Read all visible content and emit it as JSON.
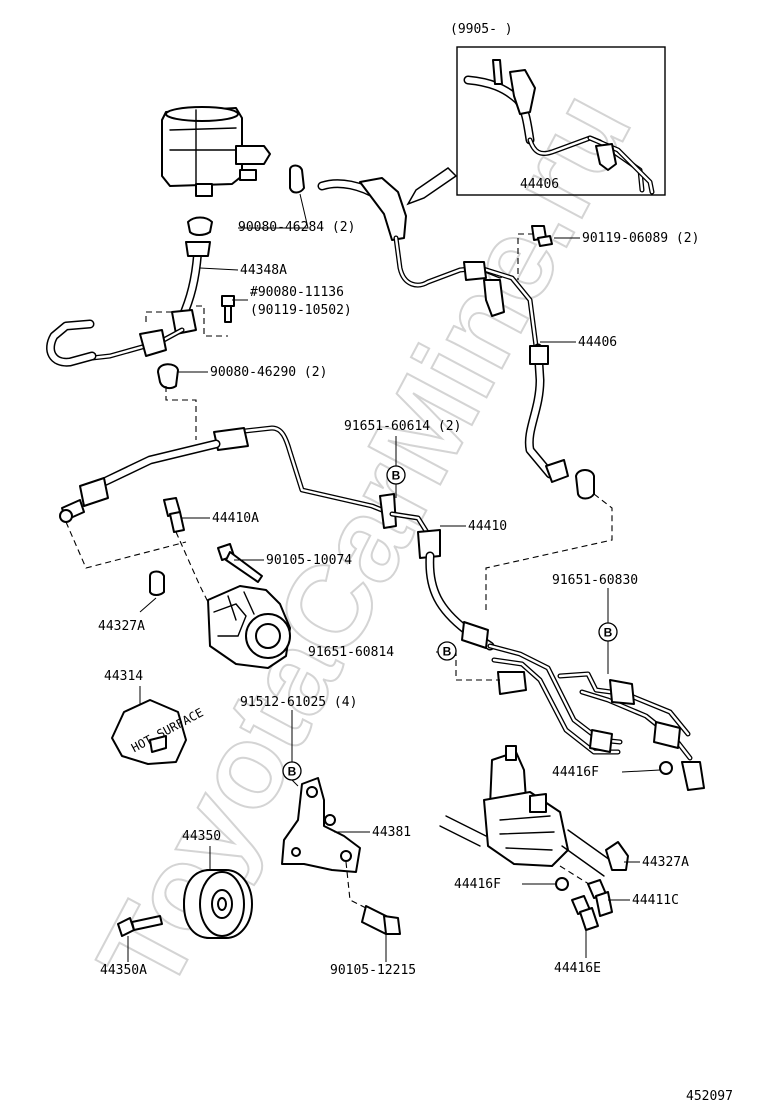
{
  "watermark": "ToyotaCarMine.ru",
  "diagram_id": "452097",
  "inset": {
    "label": "(9905-       )",
    "part": "44406"
  },
  "callout_letter": "B",
  "labels": {
    "p90080_46284": "90080-46284 (2)",
    "p90119_06089": "90119-06089 (2)",
    "p44348A": "44348A",
    "p90080_11136": "#90080-11136",
    "p90119_10502": "(90119-10502)",
    "p44406": "44406",
    "p90080_46290": "90080-46290 (2)",
    "p91651_60614": "91651-60614 (2)",
    "p44410A": "44410A",
    "p44410": "44410",
    "p90105_10074": "90105-10074",
    "p91651_60830": "91651-60830",
    "p44327A_left": "44327A",
    "p91651_60814": "91651-60814",
    "p44314": "44314",
    "p91512_61025": "91512-61025 (4)",
    "p44416F_upper": "44416F",
    "p44350": "44350",
    "p44381": "44381",
    "p44327A_right": "44327A",
    "p44416F_lower": "44416F",
    "p44411C": "44411C",
    "p44350A": "44350A",
    "p90105_12215": "90105-12215",
    "p44416E": "44416E"
  },
  "pump_cover_text": "HOT SURFACE",
  "icons": [
    "reservoir-icon",
    "hose-clamp-icon",
    "bolt-icon",
    "pump-icon",
    "pulley-icon",
    "bracket-icon",
    "steering-gear-icon",
    "union-bolt-icon",
    "gasket-icon",
    "arrow-icon"
  ]
}
